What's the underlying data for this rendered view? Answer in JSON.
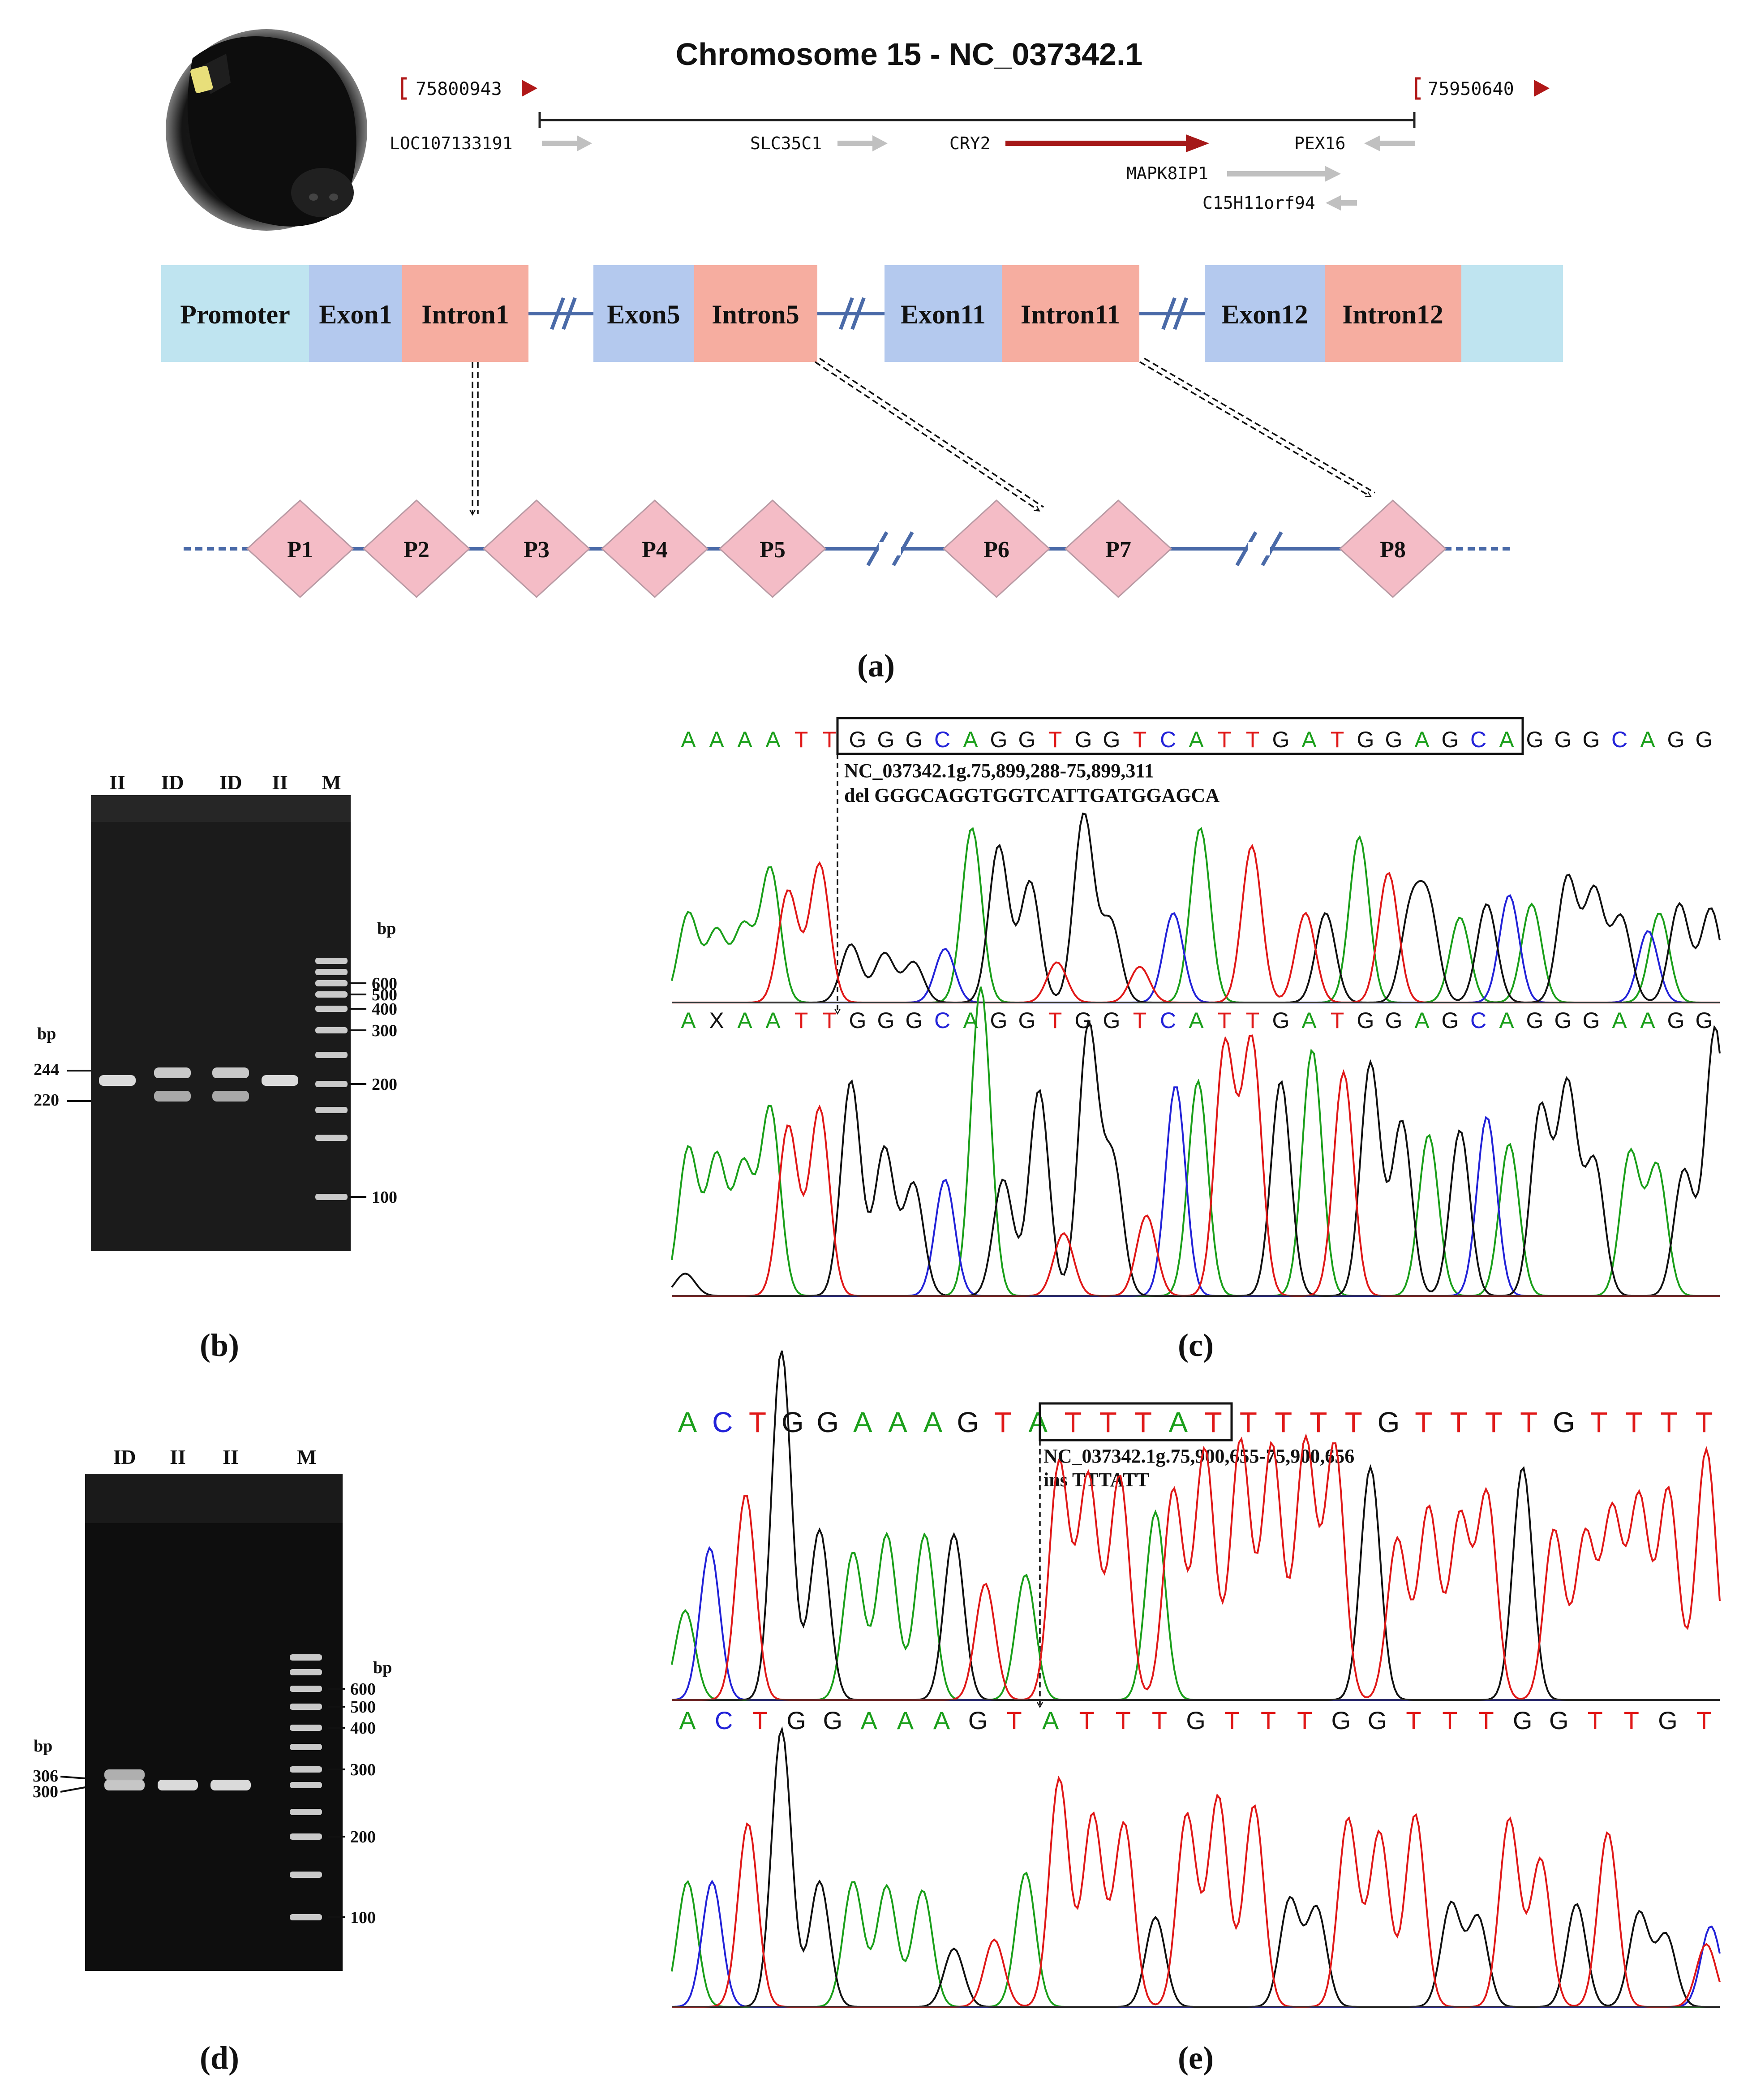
{
  "panel_a": {
    "chromosome_title": "Chromosome 15 - NC_037342.1",
    "start_coordinate": "75800943",
    "end_coordinate": "75950640",
    "genes": [
      "LOC107133191",
      "SLC35C1",
      "CRY2",
      "PEX16",
      "MAPK8IP1",
      "C15H11orf94"
    ],
    "gene_structure": [
      "Promoter",
      "Exon1",
      "Intron1",
      "Exon5",
      "Intron5",
      "Exon11",
      "Intron11",
      "Exon12",
      "Intron12"
    ],
    "polymorphism_sites": [
      "P1",
      "P2",
      "P3",
      "P4",
      "P5",
      "P6",
      "P7",
      "P8"
    ],
    "label": "(a)",
    "colors": {
      "promoter": "#bfe4f0",
      "exon": "#b4c9ee",
      "intron": "#f6ada0",
      "site": "#f4bcc6",
      "site_line": "#4a6aa8",
      "cry2_arrow": "#a51818",
      "other_arrow": "#c0c0c0"
    }
  },
  "panel_b": {
    "lanes": [
      "II",
      "ID",
      "ID",
      "II",
      "M"
    ],
    "bp_unit": "bp",
    "sample_sizes": [
      "244",
      "220"
    ],
    "marker_sizes": [
      "600",
      "500",
      "400",
      "300",
      "200",
      "100"
    ],
    "label": "(b)"
  },
  "panel_c": {
    "ref_sequence": [
      "A",
      "A",
      "A",
      "A",
      "T",
      "T",
      "G",
      "G",
      "G",
      "C",
      "A",
      "G",
      "G",
      "T",
      "G",
      "G",
      "T",
      "C",
      "A",
      "T",
      "T",
      "G",
      "A",
      "T",
      "G",
      "G",
      "A",
      "G",
      "C",
      "A",
      "G",
      "G",
      "G",
      "C",
      "A",
      "G",
      "G"
    ],
    "alt_sequence": [
      "A",
      "X",
      "A",
      "A",
      "T",
      "T",
      "G",
      "G",
      "G",
      "C",
      "A",
      "G",
      "G",
      "T",
      "G",
      "G",
      "T",
      "C",
      "A",
      "T",
      "T",
      "G",
      "A",
      "T",
      "G",
      "G",
      "A",
      "G",
      "C",
      "A",
      "G",
      "G",
      "G",
      "A",
      "A",
      "G",
      "G"
    ],
    "annotation_line1": "NC_037342.1g.75,899,288-75,899,311",
    "annotation_line2": "del GGGCAGGTGGTCATTGATGGAGCA",
    "label": "(c)"
  },
  "panel_d": {
    "lanes": [
      "ID",
      "II",
      "II",
      "M"
    ],
    "bp_unit": "bp",
    "sample_sizes": [
      "306",
      "300"
    ],
    "marker_sizes": [
      "600",
      "500",
      "400",
      "300",
      "200",
      "100"
    ],
    "label": "(d)"
  },
  "panel_e": {
    "ref_sequence": [
      "A",
      "C",
      "T",
      "G",
      "G",
      "A",
      "A",
      "A",
      "G",
      "T",
      "A",
      "T",
      "T",
      "T",
      "A",
      "T",
      "T",
      "T",
      "T",
      "T",
      "G",
      "T",
      "T",
      "T",
      "T",
      "G",
      "T",
      "T",
      "T",
      "T"
    ],
    "alt_sequence": [
      "A",
      "C",
      "T",
      "G",
      "G",
      "A",
      "A",
      "A",
      "G",
      "T",
      "A",
      "T",
      "T",
      "T",
      "G",
      "T",
      "T",
      "T",
      "G",
      "G",
      "T",
      "T",
      "T",
      "G",
      "G",
      "T",
      "T",
      "G",
      "T"
    ],
    "annotation_line1": "NC_037342.1g.75,900,655-75,900,656",
    "annotation_line2": "ins TTTATT",
    "label": "(e)"
  },
  "base_colors": {
    "A": "#1a9f1a",
    "C": "#2222d8",
    "G": "#111111",
    "T": "#e01818",
    "X": "#111111"
  }
}
